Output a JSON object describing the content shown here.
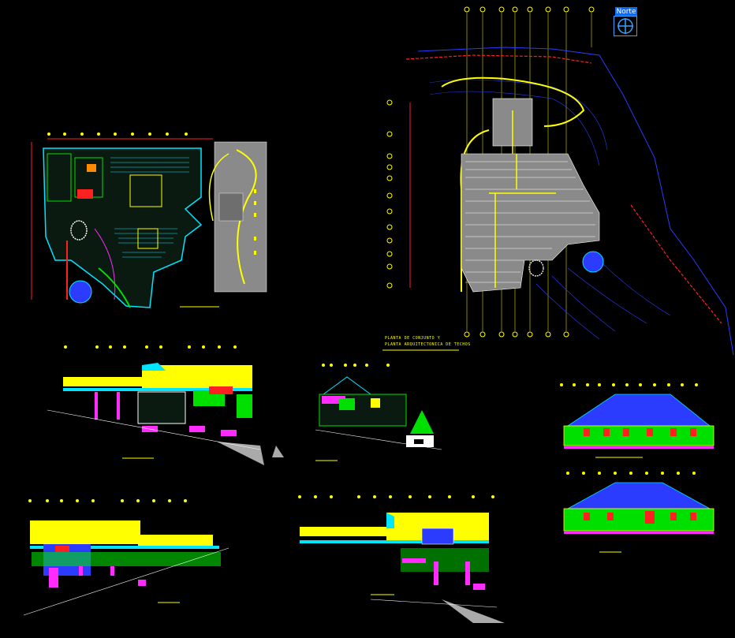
{
  "north_label": "Norte",
  "site_plan_title_line1": "PLANTA DE CONJUNTO Y",
  "site_plan_title_line2": "PLANTA ARQUITECTONICA DE TECHOS",
  "colors": {
    "background": "#000000",
    "grid_axis": "#ffff00",
    "walls_cyan": "#00e5ff",
    "blue": "#2b3cff",
    "green": "#00e000",
    "magenta": "#ff2bff",
    "red": "#ff2020",
    "yellow": "#ffff00",
    "white": "#ffffff",
    "gray": "#8a8a8a",
    "north_label_bg": "#0a6cff"
  }
}
